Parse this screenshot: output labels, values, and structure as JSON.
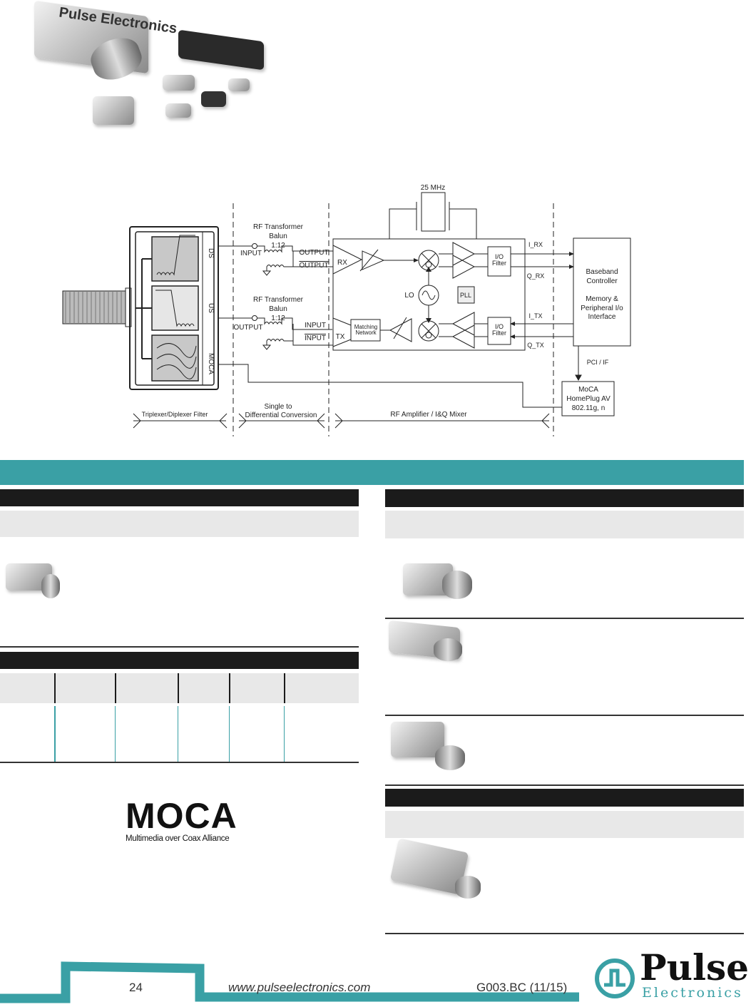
{
  "photo_brand": "Pulse Electronics",
  "diagram": {
    "filter_labels": [
      "DS",
      "US",
      "MOCA"
    ],
    "rf_top": {
      "title1": "RF Transformer",
      "title2": "Balun",
      "ratio": "1:12",
      "input": "INPUT",
      "out1": "OUTPUT",
      "out2": "OUTPUT"
    },
    "rf_bottom": {
      "title1": "RF Transformer",
      "title2": "Balun",
      "ratio": "1:12",
      "output": "OUTPUT",
      "in1": "INPUT",
      "in2": "INPUT"
    },
    "crystal": "25 MHz",
    "rx": "RX",
    "tx": "TX",
    "lo": "LO",
    "pll": "PLL",
    "io_filter": [
      "I/O",
      "Filter"
    ],
    "matching": [
      "Matching",
      "Network"
    ],
    "signals": {
      "i_rx": "I_RX",
      "q_rx": "Q_RX",
      "i_tx": "I_TX",
      "q_tx": "Q_TX"
    },
    "baseband": [
      "Baseband",
      "Controller",
      "Memory &",
      "Peripheral I/o",
      "Interface"
    ],
    "pci": "PCI / IF",
    "moca_box": [
      "MoCA",
      "HomePlug AV",
      "802.11g, n"
    ],
    "sections": {
      "triplexer": "Triplexer/Diplexer Filter",
      "single1": "Single to",
      "single2": "Differential Conversion",
      "rf_amp": "RF Amplifier / I&Q Mixer"
    }
  },
  "moca_logo": {
    "mark": "MOCA",
    "tagline": "Multimedia over Coax Alliance"
  },
  "footer": {
    "page": "24",
    "url": "www.pulseelectronics.com",
    "code": "G003.BC (11/15)",
    "logo_main": "Pulse",
    "logo_sub": "Electronics"
  },
  "colors": {
    "accent": "#3aa0a5",
    "bar": "#1b1b1b",
    "band": "#e8e8e8"
  }
}
